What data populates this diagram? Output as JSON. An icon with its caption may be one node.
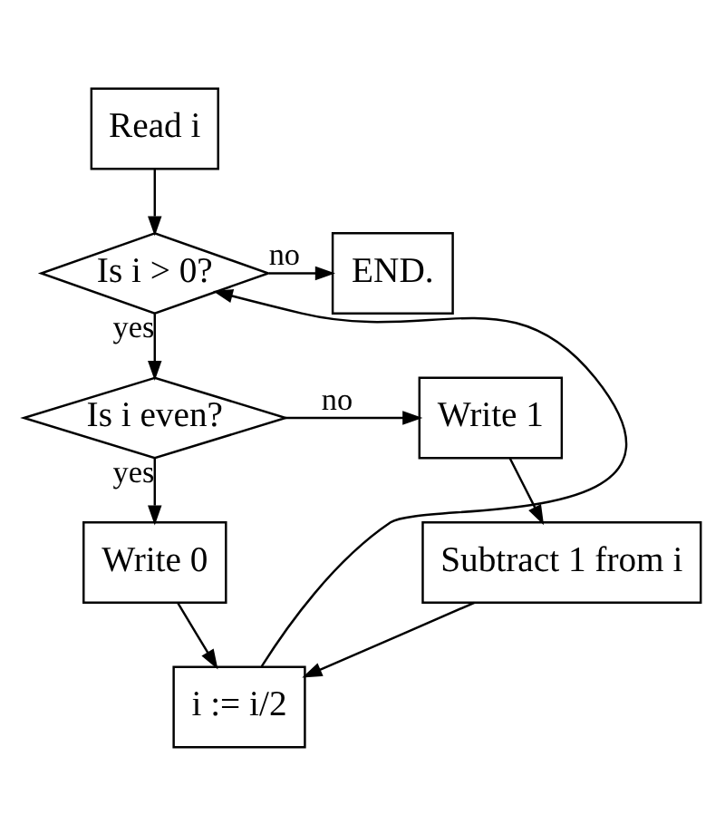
{
  "diagram": {
    "nodes": [
      {
        "text": [
          "Read i"
        ]
      },
      {
        "text": [
          "Is i > 0?"
        ]
      },
      {
        "text": [
          "END."
        ]
      },
      {
        "text": [
          "Is i even?"
        ]
      },
      {
        "text": [
          "Write 1"
        ]
      },
      {
        "text": [
          "Write 0"
        ]
      },
      {
        "text": [
          "Subtract 1 from i"
        ]
      },
      {
        "text": [
          "i := i/2"
        ]
      }
    ],
    "edges": [
      {
        "from": 0,
        "to": 1,
        "arrow": "to"
      },
      {
        "from": 1,
        "to": 2,
        "arrow": "to",
        "label": "no"
      },
      {
        "from": 1,
        "to": 3,
        "arrow": "to",
        "label": "yes"
      },
      {
        "from": 3,
        "to": 4,
        "arrow": "to",
        "label": "no"
      },
      {
        "from": 3,
        "to": 5,
        "arrow": "to",
        "label": "yes"
      },
      {
        "from": 4,
        "to": 6,
        "arrow": "to"
      },
      {
        "from": 5,
        "to": 7,
        "arrow": "to"
      },
      {
        "from": 6,
        "to": 7,
        "arrow": "to"
      },
      {
        "from": 7,
        "to": 1,
        "arrow": "to"
      }
    ]
  }
}
